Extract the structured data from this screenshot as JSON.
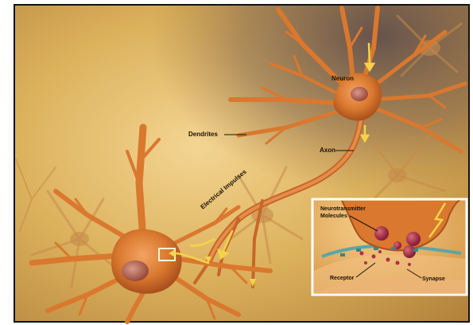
{
  "labels": {
    "neuron": "Neuron",
    "dendrites": "Dendrites",
    "axon": "Axon",
    "electrical_impulses": "Electrical Impulses",
    "neurotransmitter_line1": "Neurotransmitter",
    "neurotransmitter_line2": "Molecules",
    "receptor": "Receptor",
    "synapse": "Synapse"
  },
  "colors": {
    "background": "#d9b25c",
    "neuron_body": "#d9782e",
    "impulse": "#f4d34a",
    "inset_membrane": "#5aa6a6"
  }
}
